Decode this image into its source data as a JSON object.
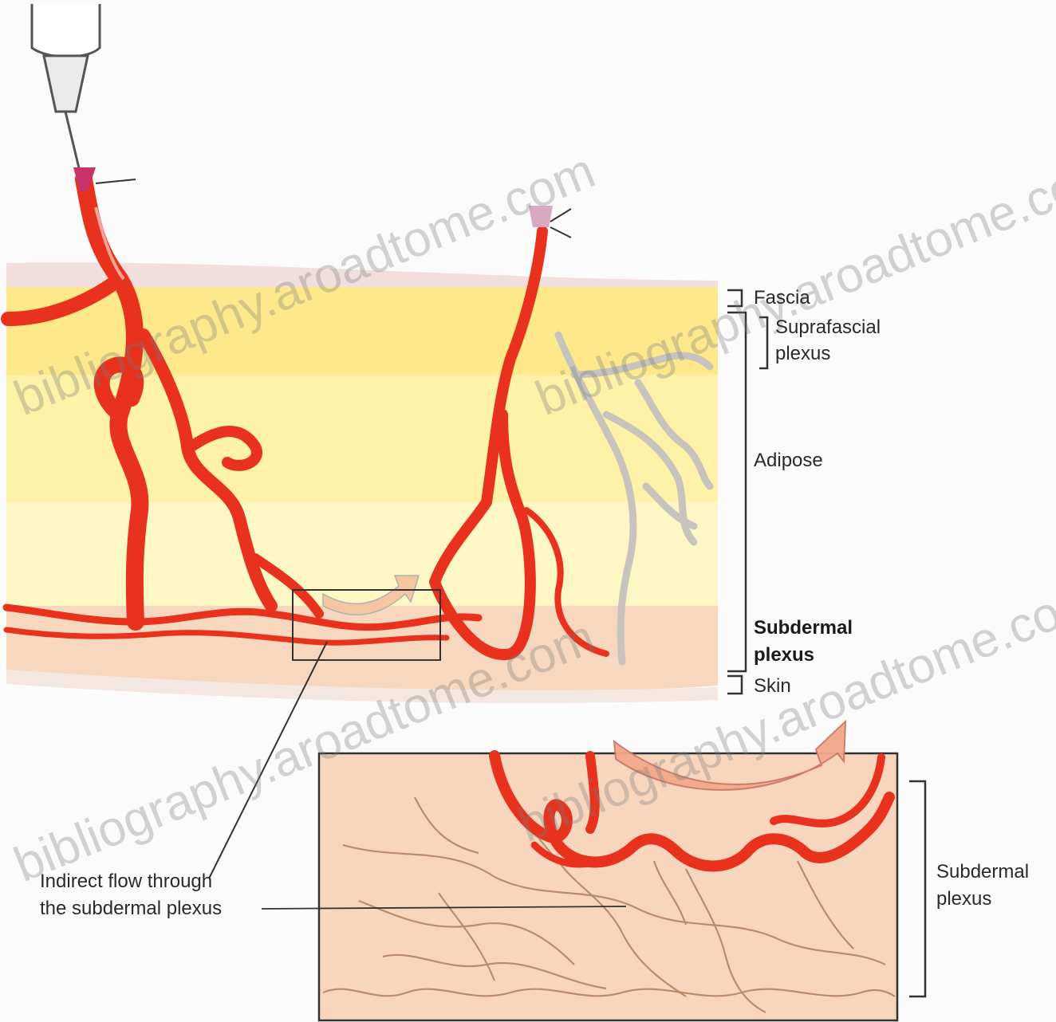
{
  "labels": {
    "fascia": "Fascia",
    "suprafascial_1": "Suprafascial",
    "suprafascial_2": "plexus",
    "adipose": "Adipose",
    "subdermal_1": "Subdermal",
    "subdermal_2": "plexus",
    "skin": "Skin",
    "inset_subdermal_1": "Subdermal",
    "inset_subdermal_2": "plexus",
    "indirect_1": "Indirect flow through",
    "indirect_2": "the subdermal plexus"
  },
  "watermark": "bibliography.aroadtome.com",
  "colors": {
    "artery": "#e8321e",
    "artery_light": "#f26a55",
    "vein": "#c9c3bd",
    "fascia": "#f3dede",
    "adipose_yellow": "#fde98c",
    "adipose_pale": "#fdf7c6",
    "dermis": "#f7d7bd",
    "inset_bg": "#f8d6bd",
    "capillary": "#b98c6e"
  }
}
